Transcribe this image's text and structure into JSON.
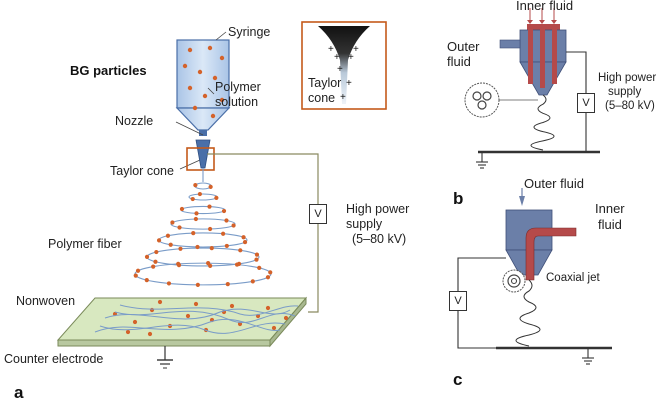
{
  "panel_a": {
    "letter": "a",
    "syringe": "Syringe",
    "bg_particles": "BG particles",
    "polymer_solution_l1": "Polymer",
    "polymer_solution_l2": "solution",
    "nozzle": "Nozzle",
    "taylor_cone": "Taylor cone",
    "inset_l1": "Taylor",
    "inset_l2": "cone",
    "polymer_fiber": "Polymer fiber",
    "nonwoven": "Nonwoven",
    "counter_electrode": "Counter electrode",
    "voltage": "V",
    "power_l1": "High power",
    "power_l2": "supply",
    "power_l3": "(5–80 kV)"
  },
  "panel_b": {
    "letter": "b",
    "inner_fluid": "Inner fluid",
    "outer_l1": "Outer",
    "outer_l2": "fluid",
    "voltage": "V",
    "power_l1": "High power",
    "power_l2": "supply",
    "power_l3": "(5–80 kV)"
  },
  "panel_c": {
    "letter": "c",
    "outer_fluid": "Outer fluid",
    "inner_l1": "Inner",
    "inner_l2": "fluid",
    "coaxial_jet": "Coaxial jet",
    "voltage": "V"
  },
  "colors": {
    "syringe_blue": "#c9dcf2",
    "nozzle_blue": "#4a6fa8",
    "particle_orange": "#d4622a",
    "fiber_blue": "#7a9cc8",
    "electrode_green": "#d8e8c0",
    "inner_red": "#b54a4a",
    "outer_slate": "#6b7fa8"
  }
}
